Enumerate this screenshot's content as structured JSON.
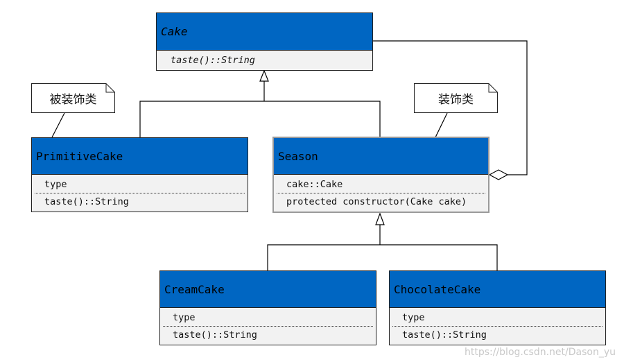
{
  "classes": {
    "cake": {
      "name": "Cake",
      "methods": [
        "taste()::String"
      ]
    },
    "primitive_cake": {
      "name": "PrimitiveCake",
      "fields": [
        "type"
      ],
      "methods": [
        "taste()::String"
      ]
    },
    "season": {
      "name": "Season",
      "fields": [
        "cake::Cake"
      ],
      "methods": [
        "protected constructor(Cake cake)"
      ]
    },
    "cream_cake": {
      "name": "CreamCake",
      "fields": [
        "type"
      ],
      "methods": [
        "taste()::String"
      ]
    },
    "chocolate_cake": {
      "name": "ChocolateCake",
      "fields": [
        "type"
      ],
      "methods": [
        "taste()::String"
      ]
    }
  },
  "notes": {
    "decorated": "被装饰类",
    "decorator": "装饰类"
  },
  "watermark": "https://blog.csdn.net/Dason_yu",
  "colors": {
    "class_header": "#0066c2",
    "class_body": "#f2f2f2"
  }
}
